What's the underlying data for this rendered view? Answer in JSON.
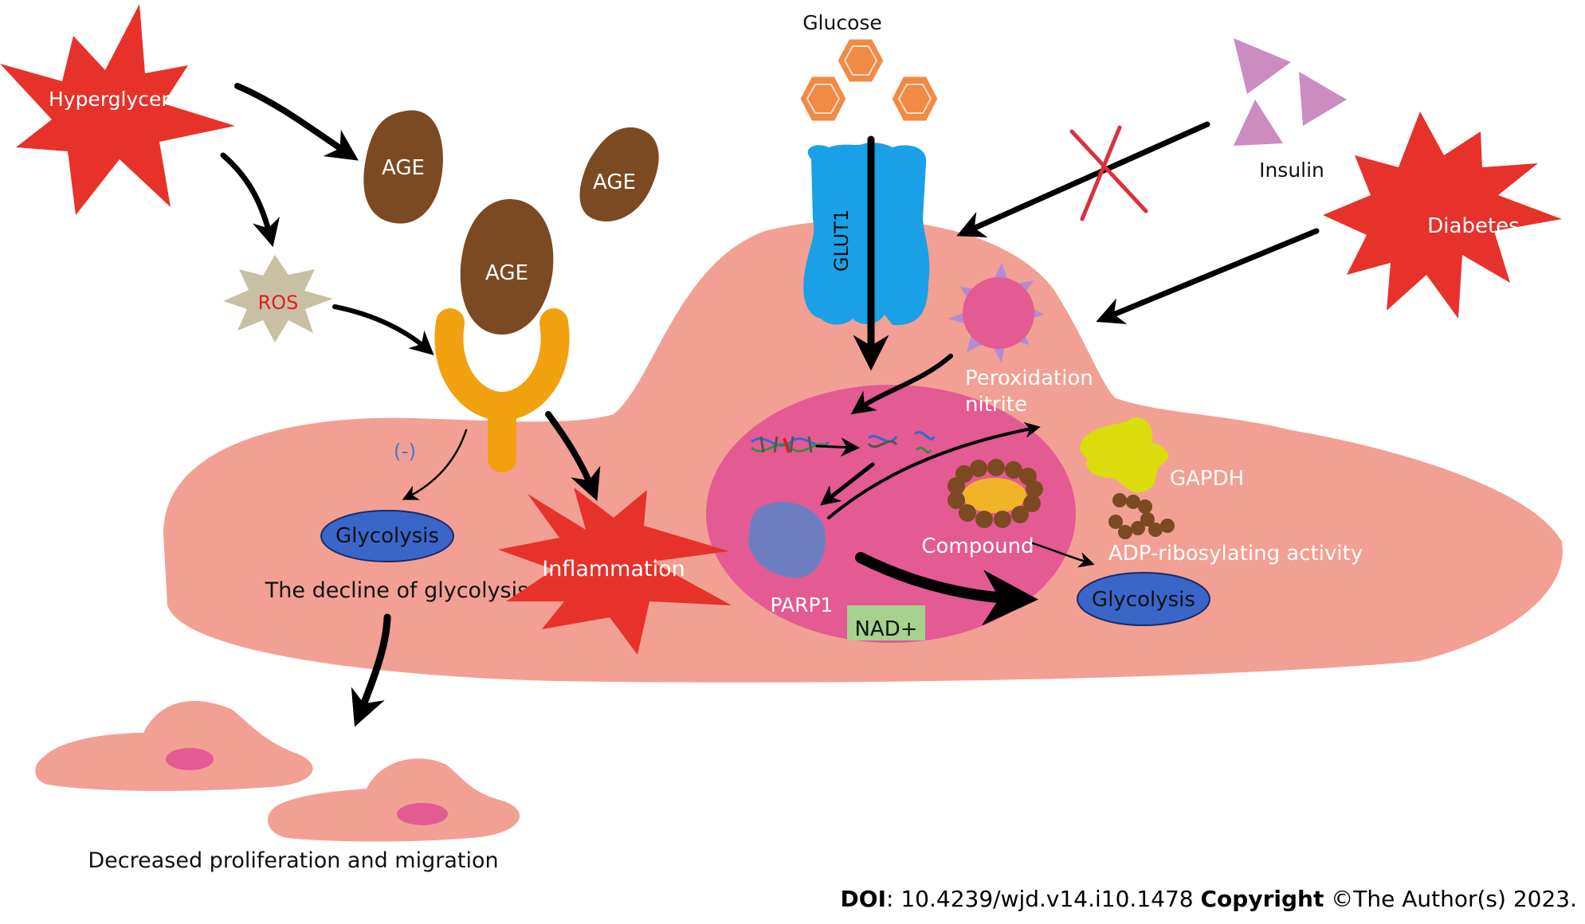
{
  "labels": {
    "hyperglycemia": "Hyperglycemia",
    "ros": "ROS",
    "age_1": "AGE",
    "age_2": "AGE",
    "age_3": "AGE",
    "glucose": "Glucose",
    "glut1": "GLUT1",
    "insulin": "Insulin",
    "diabetes": "Diabetes",
    "peroxidation_line1": "Peroxidation",
    "peroxidation_line2": "nitrite",
    "gapdh": "GAPDH",
    "adp_ribosylating": "ADP-ribosylating  activity",
    "compound": "Compound",
    "glycolysis_left": "Glycolysis",
    "glycolysis_right": "Glycolysis",
    "inhibit_sign": "(-)",
    "decline_glycolysis": "The decline of glycolysis",
    "inflammation": "Inflammation",
    "parp1": "PARP1",
    "nad": "NAD+",
    "decreased_proliferation": "Decreased proliferation and migration"
  },
  "footer": {
    "doi_label": "DOI",
    "doi_value": ": 10.4239/wjd.v14.i10.1478 ",
    "copyright_label": "Copyright",
    "copyright_value": " ©The Author(s) 2023."
  },
  "colors": {
    "cell_body": "#f2a093",
    "nucleus": "#e45a93",
    "starburst_red": "#e6322b",
    "age_brown": "#7b4a22",
    "receptor_orange": "#f2a10f",
    "glut1_blue": "#1aa0e6",
    "glucose_orange": "#f08a45",
    "insulin_purple": "#cc8cc0",
    "glycolysis_blue": "#3a65c9",
    "gapdh_yellow": "#dadd0b",
    "nad_green": "#a6d28f",
    "parp1_blue": "#6d7ec0",
    "ros_tan": "#c9bfa3"
  }
}
